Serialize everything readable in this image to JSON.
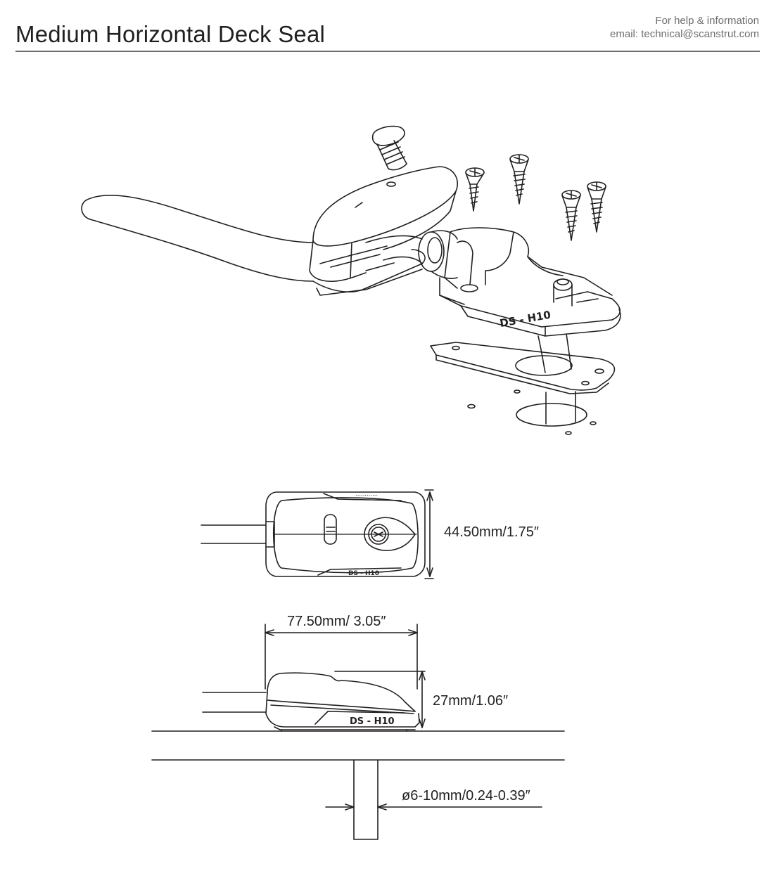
{
  "header": {
    "title": "Medium Horizontal Deck Seal",
    "help_line1": "For help & information",
    "help_line2": "email: technical@scanstrut.com"
  },
  "product_labels": {
    "model_iso": "DS - H10",
    "model_side": "DS - H10",
    "model_top": "DS - H10"
  },
  "dimensions": {
    "height_top_view": "44.50mm/1.75″",
    "length": "77.50mm/ 3.05″",
    "height_side_view": "27mm/1.06″",
    "cable_diameter": "ø6-10mm/0.24-0.39″"
  },
  "colors": {
    "line": "#231f20",
    "rule": "#6d6e71"
  }
}
